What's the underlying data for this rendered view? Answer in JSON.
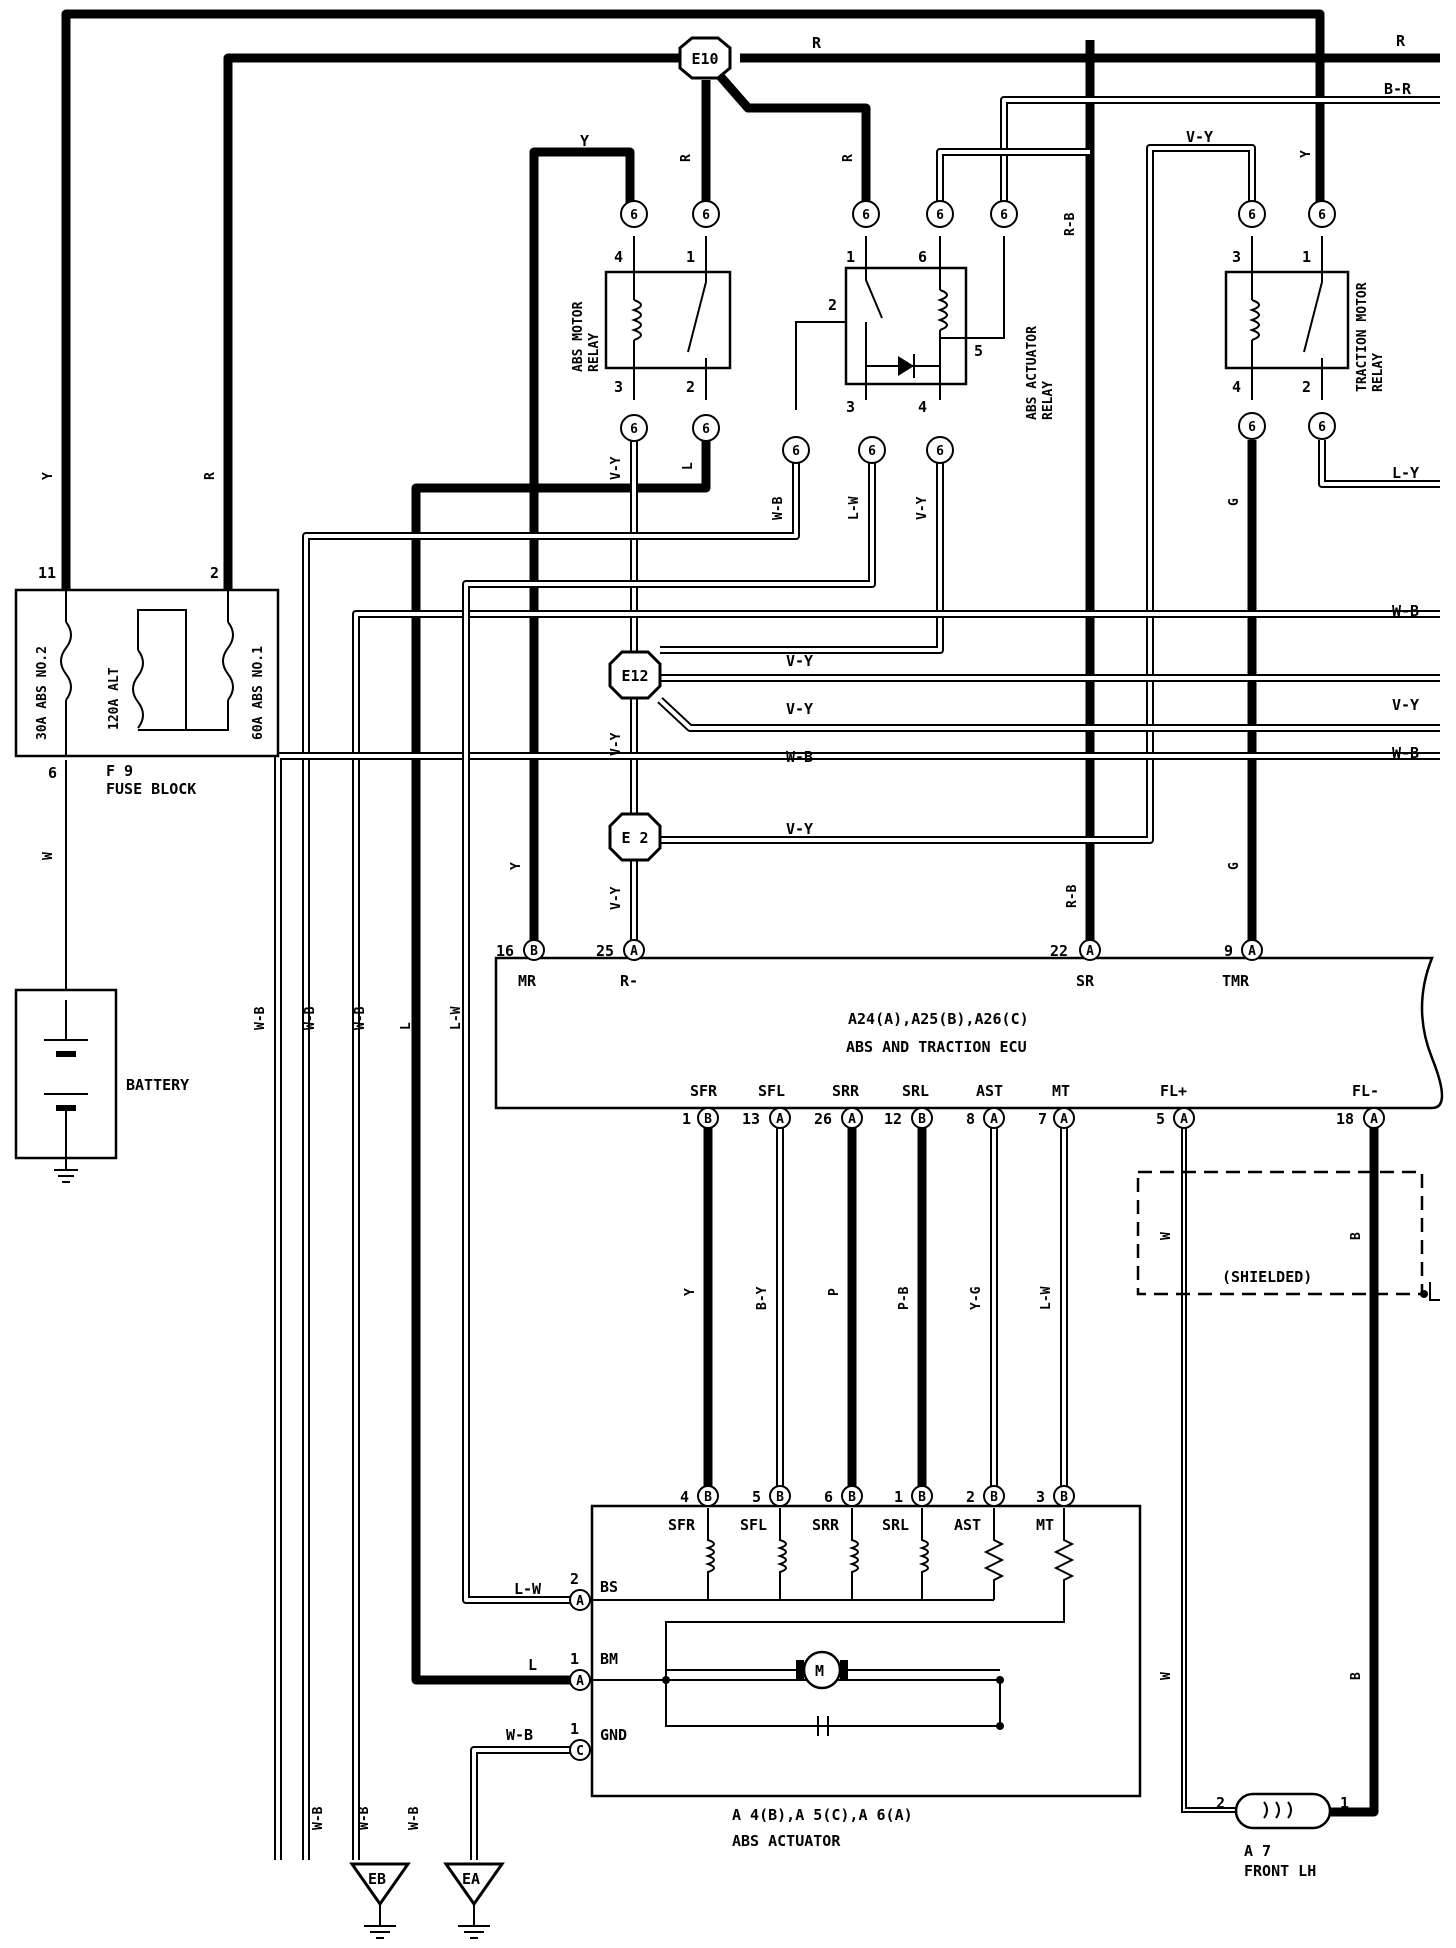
{
  "wire_colors": {
    "R": "R",
    "B_R": "B-R",
    "Y": "Y",
    "V_Y": "V-Y",
    "W_B": "W-B",
    "L_Y": "L-Y",
    "R_B": "R-B",
    "G": "G",
    "L": "L",
    "L_W": "L-W",
    "W": "W",
    "B": "B",
    "B_Y": "B-Y",
    "P": "P",
    "P_B": "P-B",
    "Y_G": "Y-G"
  },
  "splices": {
    "e10": "E10",
    "e12": "E12",
    "e2": "E 2"
  },
  "fuse_block": {
    "name": "F 9",
    "label": "FUSE BLOCK",
    "fuse1": "30A ABS NO.2",
    "fuse2": "120A ALT",
    "fuse3": "60A ABS NO.1",
    "pin_11": "11",
    "pin_2": "2",
    "pin_6": "6"
  },
  "battery": {
    "label": "BATTERY"
  },
  "abs_motor_relay": {
    "label_1": "ABS MOTOR",
    "label_2": "RELAY",
    "p4": "4",
    "p1": "1",
    "p3": "3",
    "p2": "2"
  },
  "abs_actuator_relay": {
    "label_1": "ABS ACTUATOR",
    "label_2": "RELAY",
    "p1": "1",
    "p6": "6",
    "p2": "2",
    "p5": "5",
    "p3": "3",
    "p4": "4"
  },
  "traction_motor_relay": {
    "label_1": "TRACTION MOTOR",
    "label_2": "RELAY",
    "p3": "3",
    "p1": "1",
    "p4": "4",
    "p2": "2"
  },
  "connector_6": "6",
  "ecu": {
    "connectors": "A24 (A), A25 (B), A26 (C)",
    "c1": "A24",
    "c1_letter": "A",
    "c2": "A25",
    "c2_letter": "B",
    "c3": "A26",
    "c3_letter": "C",
    "label": "ABS AND TRACTION ECU",
    "top_pins": [
      {
        "num": "16",
        "conn": "B",
        "name": "MR"
      },
      {
        "num": "25",
        "conn": "A",
        "name": "R-"
      },
      {
        "num": "22",
        "conn": "A",
        "name": "SR"
      },
      {
        "num": "9",
        "conn": "A",
        "name": "TMR"
      }
    ],
    "bottom_pins": [
      {
        "num": "1",
        "conn": "B",
        "name": "SFR"
      },
      {
        "num": "13",
        "conn": "A",
        "name": "SFL"
      },
      {
        "num": "26",
        "conn": "A",
        "name": "SRR"
      },
      {
        "num": "12",
        "conn": "B",
        "name": "SRL"
      },
      {
        "num": "8",
        "conn": "A",
        "name": "AST"
      },
      {
        "num": "7",
        "conn": "A",
        "name": "MT"
      },
      {
        "num": "5",
        "conn": "A",
        "name": "FL+"
      },
      {
        "num": "18",
        "conn": "A",
        "name": "FL-"
      }
    ]
  },
  "actuator": {
    "connectors": "A 4 (B), A 5 (C), A 6 (A)",
    "c1": "A 4",
    "c1_letter": "B",
    "c2": "A 5",
    "c2_letter": "C",
    "c3": "A 6",
    "c3_letter": "A",
    "label": "ABS ACTUATOR",
    "top_pins": [
      {
        "num": "4",
        "conn": "B",
        "name": "SFR"
      },
      {
        "num": "5",
        "conn": "B",
        "name": "SFL"
      },
      {
        "num": "6",
        "conn": "B",
        "name": "SRR"
      },
      {
        "num": "1",
        "conn": "B",
        "name": "SRL"
      },
      {
        "num": "2",
        "conn": "B",
        "name": "AST"
      },
      {
        "num": "3",
        "conn": "B",
        "name": "MT"
      }
    ],
    "side_pins": [
      {
        "num": "2",
        "conn": "A",
        "name": "BS"
      },
      {
        "num": "1",
        "conn": "A",
        "name": "BM"
      },
      {
        "num": "1",
        "conn": "C",
        "name": "GND"
      }
    ],
    "motor": "M"
  },
  "shielded": "(SHIELDED)",
  "sensor": {
    "name": "A 7",
    "label": "FRONT LH",
    "p2": "2",
    "p1": "1"
  },
  "grounds": {
    "eb": "EB",
    "ea": "EA"
  }
}
